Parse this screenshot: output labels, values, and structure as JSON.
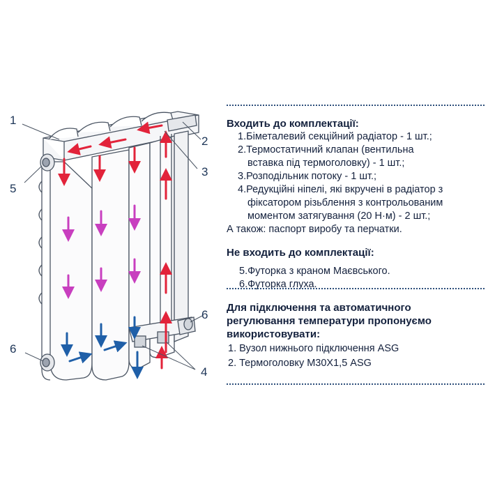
{
  "callouts": {
    "c1": "1",
    "c2": "2",
    "c3": "3",
    "c4": "4",
    "c5": "5",
    "c6_left": "6",
    "c6_right": "6"
  },
  "included": {
    "heading": "Входить до комплектації:",
    "items": [
      {
        "line1": "1.Біметалевий секційний радіатор - 1 шт.;"
      },
      {
        "line1": "2.Термостатичний клапан (вентильна",
        "line2": "вставка під термоголовку) - 1 шт.;"
      },
      {
        "line1": "3.Розподільник потоку - 1 шт.;"
      },
      {
        "line1": "4.Редукційні ніпелі, які вкручені в радіатор з",
        "line2": "фіксатором різьблення з контрольованим",
        "line3": "моментом затягування (20 Н·м) - 2 шт.;"
      }
    ],
    "also": "А також: паспорт виробу та перчатки."
  },
  "excluded": {
    "heading": "Не входить до комплектації:",
    "items": [
      "5.Футорка з краном Маєвського.",
      "6.Футорка глуха."
    ]
  },
  "advice": {
    "heading_line1": "Для підключення та автоматичного",
    "heading_line2": "регулювання температури пропонуємо",
    "heading_line3": "використовувати:",
    "items": [
      "1. Вузол нижнього підключення ASG",
      "2. Термоголовку М30Х1,5 ASG"
    ]
  },
  "colors": {
    "hot_flow": "#e2233a",
    "cold_flow": "#1f5fa8",
    "mixed_flow": "#c83fbf",
    "divider": "#2c4e7a"
  }
}
